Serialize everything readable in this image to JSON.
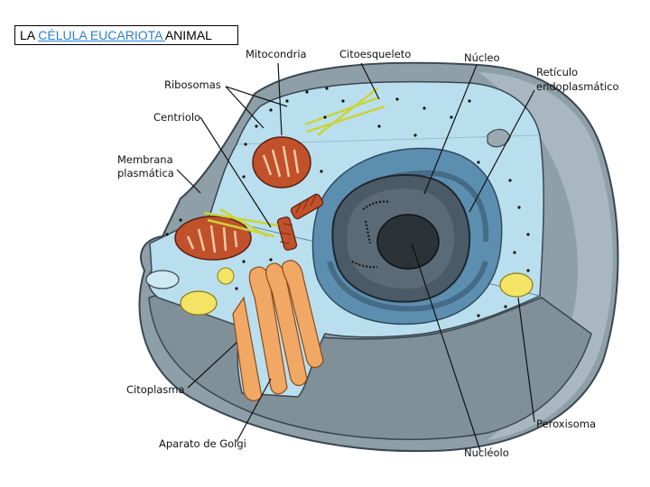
{
  "title": {
    "prefix": "LA ",
    "link": "CÉLULA EUCARIOTA ",
    "suffix": "ANIMAL"
  },
  "colors": {
    "cytoplasm": "#b9dfee",
    "membrane_shell": "#8e9fa8",
    "nucleus_envelope": "#4a5a66",
    "reticulum": "#5c8eb0",
    "mitochondria": "#c0512a",
    "golgi": "#f2a865",
    "peroxisome": "#f4e465",
    "link": "#2a7fd4"
  },
  "labels": {
    "mitocondria": "Mitocondria",
    "citoesqueleto": "Citoesqueleto",
    "nucleo": "Núcleo",
    "reticulo_1": "Retículo",
    "reticulo_2": "endoplasmático",
    "ribosomas": "Ribosomas",
    "centriolo": "Centriolo",
    "membrana_1": "Membrana",
    "membrana_2": "plasmática",
    "citoplasma": "Citoplasma",
    "aparato_golgi": "Aparato de Golgi",
    "nucleolo": "Nucléolo",
    "peroxisoma": "Peroxisoma"
  }
}
